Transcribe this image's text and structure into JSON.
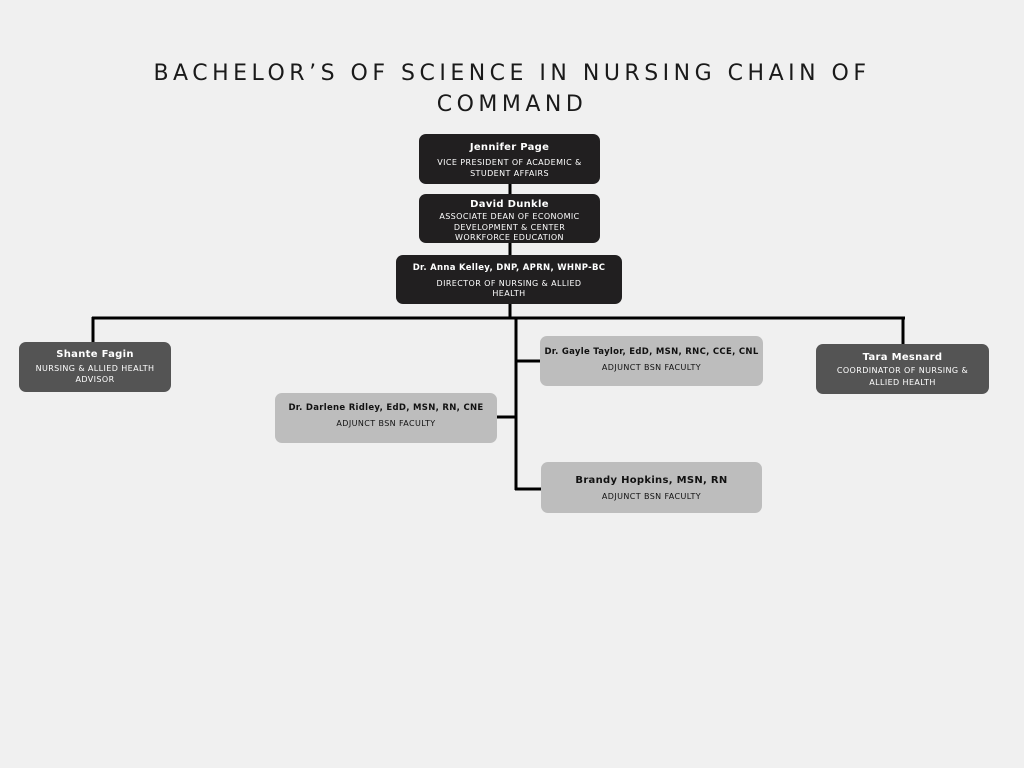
{
  "title": "BACHELOR’S OF SCIENCE IN NURSING CHAIN OF COMMAND",
  "colors": {
    "background": "#f0f0f0",
    "dark_box": "#211f20",
    "mid_box": "#545454",
    "light_box": "#bdbdbd",
    "connector": "#000000"
  },
  "nodes": {
    "jennifer": {
      "name": "Jennifer Page",
      "role": "VICE PRESIDENT OF ACADEMIC & STUDENT AFFAIRS"
    },
    "david": {
      "name": "David Dunkle",
      "role": "ASSOCIATE DEAN OF ECONOMIC DEVELOPMENT & CENTER WORKFORCE EDUCATION"
    },
    "anna": {
      "name": "Dr. Anna Kelley, DNP, APRN, WHNP-BC",
      "role": "DIRECTOR OF NURSING & ALLIED HEALTH"
    },
    "shante": {
      "name": "Shante Fagin",
      "role": "NURSING & ALLIED HEALTH ADVISOR"
    },
    "tara": {
      "name": "Tara Mesnard",
      "role": "COORDINATOR OF NURSING & ALLIED HEALTH"
    },
    "gayle": {
      "name": "Dr. Gayle Taylor, EdD, MSN, RNC, CCE, CNL",
      "role": "ADJUNCT BSN FACULTY"
    },
    "darlene": {
      "name": "Dr. Darlene Ridley, EdD, MSN, RN, CNE",
      "role": "ADJUNCT BSN FACULTY"
    },
    "brandy": {
      "name": "Brandy Hopkins, MSN, RN",
      "role": "ADJUNCT BSN FACULTY"
    }
  }
}
